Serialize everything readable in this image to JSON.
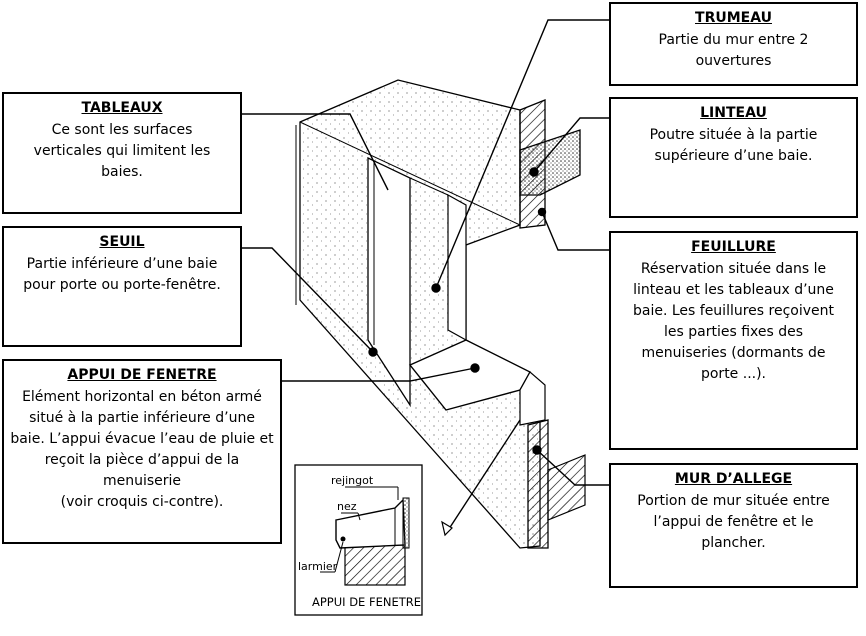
{
  "boxes": {
    "trumeau": {
      "title": "TRUMEAU",
      "text": "Partie du mur entre 2\nouvertures"
    },
    "linteau": {
      "title": "LINTEAU",
      "text": "Poutre située à la partie\nsupérieure d’une baie."
    },
    "feuillure": {
      "title": "FEUILLURE",
      "text": "Réservation située dans le\nlinteau et les tableaux d’une\nbaie. Les feuillures reçoivent\nles parties fixes des\nmenuiseries (dormants de\nporte ...)."
    },
    "mur_allege": {
      "title": "MUR D’ALLEGE",
      "text": "Portion de mur située entre\nl’appui de fenêtre et le\nplancher."
    },
    "tableaux": {
      "title": "TABLEAUX",
      "text": "Ce sont les surfaces\nverticales qui limitent les\nbaies."
    },
    "seuil": {
      "title": "SEUIL",
      "text": "Partie inférieure d’une baie\npour porte ou porte-fenêtre."
    },
    "appui": {
      "title": "APPUI DE FENETRE",
      "text": "Elément horizontal en béton armé\nsitué à la partie inférieure d’une\nbaie. L’appui évacue l’eau de pluie et\nreçoit la pièce d’appui de la\nmenuiserie\n(voir croquis ci-contre)."
    }
  },
  "inset": {
    "title": "APPUI DE FENETRE",
    "labels": {
      "rejingot": "rejingot",
      "nez": "nez",
      "larmier": "larmier"
    }
  }
}
